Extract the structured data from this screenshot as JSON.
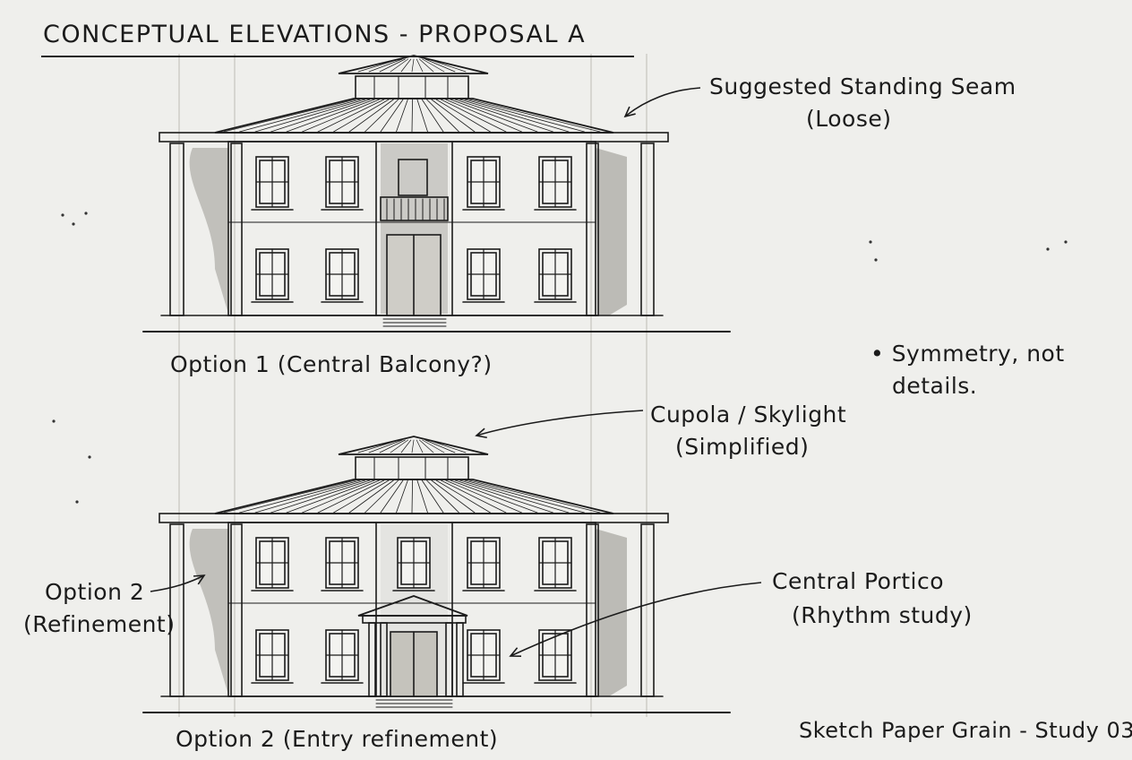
{
  "title": "CONCEPTUAL ELEVATIONS - PROPOSAL A",
  "annotations": {
    "standing_seam": {
      "line1": "Suggested Standing Seam",
      "line2": "(Loose)"
    },
    "option1": "Option 1 (Central Balcony?)",
    "symmetry": {
      "line1": "• Symmetry, not",
      "line2": "details."
    },
    "cupola": {
      "line1": "Cupola / Skylight",
      "line2": "(Simplified)"
    },
    "option2_side": {
      "line1": "Option 2",
      "line2": "(Refinement)"
    },
    "portico": {
      "line1": "Central Portico",
      "line2": "(Rhythm study)"
    },
    "option2": "Option 2 (Entry refinement)",
    "footer": "Sketch Paper Grain - Study 03"
  },
  "colors": {
    "ink": "#1b1b1b",
    "wash": "#8a8780",
    "paper": "#efefec"
  }
}
